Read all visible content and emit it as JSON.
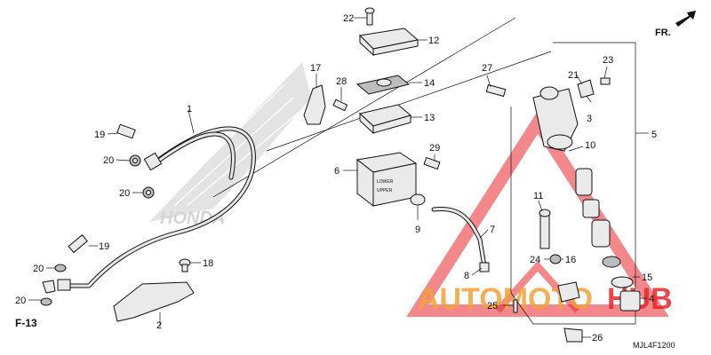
{
  "direction_label": "FR.",
  "section_ref": "F-13",
  "diagram_code": "MJL4F1200",
  "watermark": {
    "part1": "AUTOMOTO",
    "part2": "HUB",
    "color": "#e8262d",
    "accent": "#f2a23a"
  },
  "background_logo": "HONDA",
  "reservoir_markings": [
    "LOWER",
    "UPPER"
  ],
  "callouts": {
    "n1": "1",
    "n2": "2",
    "n3": "3",
    "n4": "4",
    "n5": "5",
    "n6": "6",
    "n7": "7",
    "n8": "8",
    "n9": "9",
    "n10": "10",
    "n11": "11",
    "n12": "12",
    "n13": "13",
    "n14": "14",
    "n15": "15",
    "n16": "16",
    "n17": "17",
    "n18": "18",
    "n19a": "19",
    "n19b": "19",
    "n20a": "20",
    "n20b": "20",
    "n20c": "20",
    "n20d": "20",
    "n21": "21",
    "n22": "22",
    "n23": "23",
    "n24": "24",
    "n25": "25",
    "n26": "26",
    "n27": "27",
    "n28": "28",
    "n29": "29"
  }
}
